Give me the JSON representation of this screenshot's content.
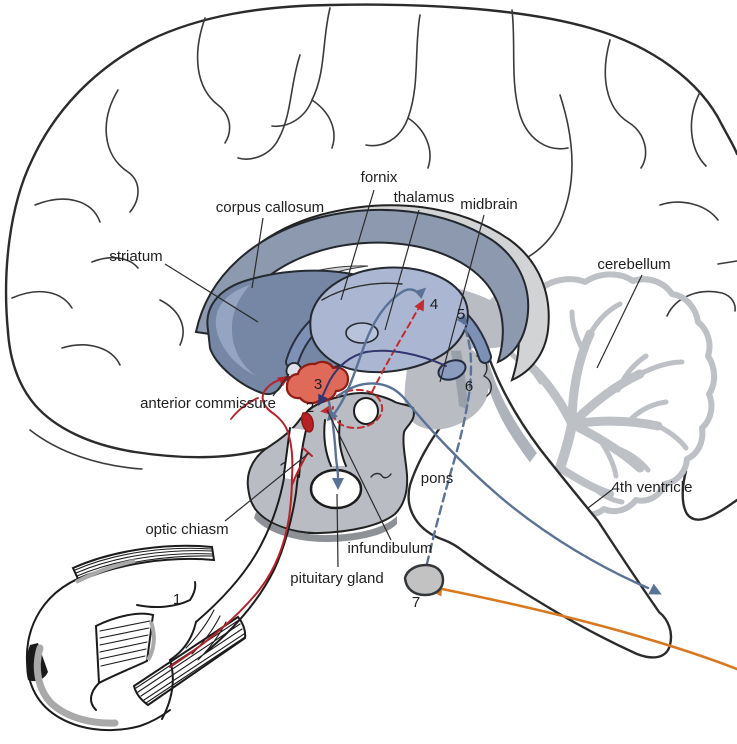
{
  "diagram": {
    "region_labels": {
      "corpus_callosum": "corpus callosum",
      "striatum": "striatum",
      "fornix": "fornix",
      "thalamus": "thalamus",
      "midbrain": "midbrain",
      "cerebellum": "cerebellum",
      "anterior_commissure": "anterior commissure",
      "optic_chiasm": "optic chiasm",
      "pons": "pons",
      "fourth_ventricle": "4th ventricle",
      "infundibulum": "infundibulum",
      "pituitary_gland": "pituitary gland"
    },
    "pathway_numbers": {
      "n1": "1",
      "n2": "2",
      "n3": "3",
      "n4": "4",
      "n5": "5",
      "n6": "6",
      "n7": "7"
    },
    "colors": {
      "outline_dark": "#2b2b2b",
      "corpus_callosum_blue_gray": "#8d99ae",
      "ventricle_light_gray": "#d2d3d5",
      "striatum_blue": "#7587a5",
      "striatum_highlight": "#95a4c0",
      "thalamus_blue": "#aab6d2",
      "fornix_blue": "#7d90b6",
      "deep_gray": "#b9bcc2",
      "nucleus_red_fill": "#e06a59",
      "nucleus_red_stroke": "#8f1d15",
      "scn_red": "#b92025",
      "pathway_red": "#b5232a",
      "pathway_navy": "#32356f",
      "pathway_steel_blue": "#5a7296",
      "pathway_orange": "#d9791f"
    }
  }
}
